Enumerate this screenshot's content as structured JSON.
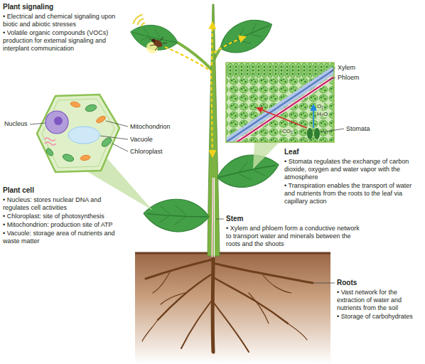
{
  "diagram": {
    "labels": [
      "Plant signaling",
      "• Electrical and chemical signaling upon biotic and abiotic stresses",
      "• Volatile organic compounds (VOCs) production for external signaling and interplant communication",
      "Nucleus",
      "Mitochondrion",
      "Vacuole",
      "Chloroplast",
      "Plant cell",
      "• Nucleus: stores nuclear DNA and regulates cell activities",
      "• Chloroplast: site of photosynthesis",
      "• Mitochondrion: production site of ATP",
      "• Vacuole: storage area of nutrients and waste matter",
      "Xylem",
      "Phloem",
      "O₂",
      "H₂O",
      "CO₂",
      "Stomata",
      "Leaf",
      "• Stomata regulates the exchange of carbon dioxide, oxygen and water vapor with the atmosphere",
      "• Transpiration enables the transport of water and nutrients from the roots to the leaf via capillary action",
      "Stem",
      "• Xylem and phloem form a conductive network to transport water and minerals between the roots and the shoots",
      "Roots",
      "• Vast network for the extraction of water and nutrients from the soil",
      "• Storage of carbohydrates"
    ]
  }
}
